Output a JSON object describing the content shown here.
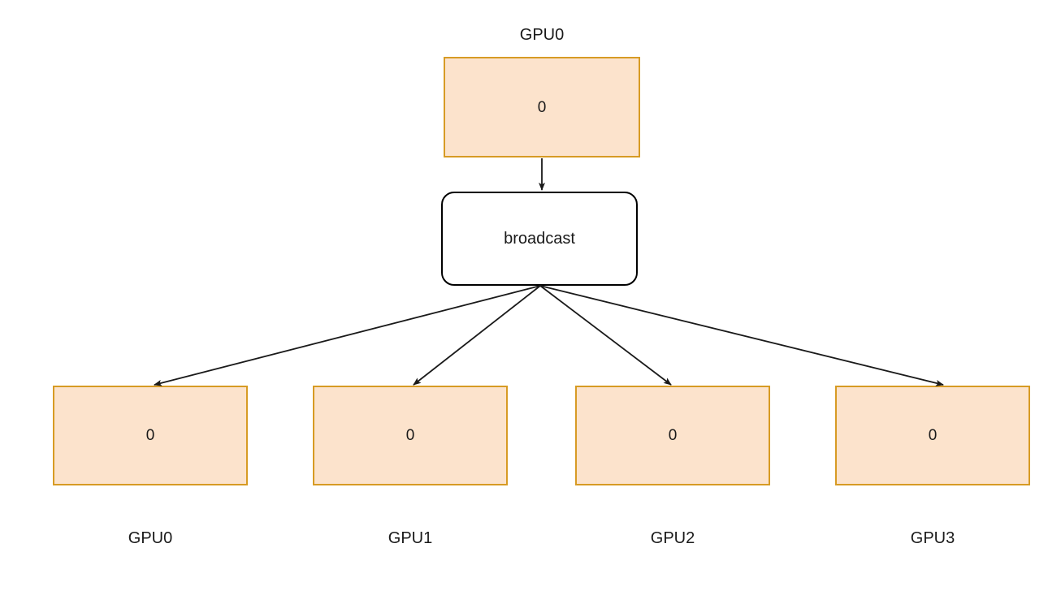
{
  "diagram": {
    "type": "broadcast-collective-operation",
    "background_color": "#ffffff",
    "source": {
      "caption": "GPU0",
      "value": "0",
      "fill_color": "#fce3cc",
      "border_color": "#d79b24"
    },
    "operation": {
      "label": "broadcast",
      "fill_color": "#ffffff",
      "border_color": "#000000"
    },
    "destinations": [
      {
        "caption": "GPU0",
        "value": "0"
      },
      {
        "caption": "GPU1",
        "value": "0"
      },
      {
        "caption": "GPU2",
        "value": "0"
      },
      {
        "caption": "GPU3",
        "value": "0"
      }
    ],
    "edges": {
      "color": "#1a1a1a",
      "source_to_operation": 1,
      "operation_to_destinations": 4
    }
  }
}
